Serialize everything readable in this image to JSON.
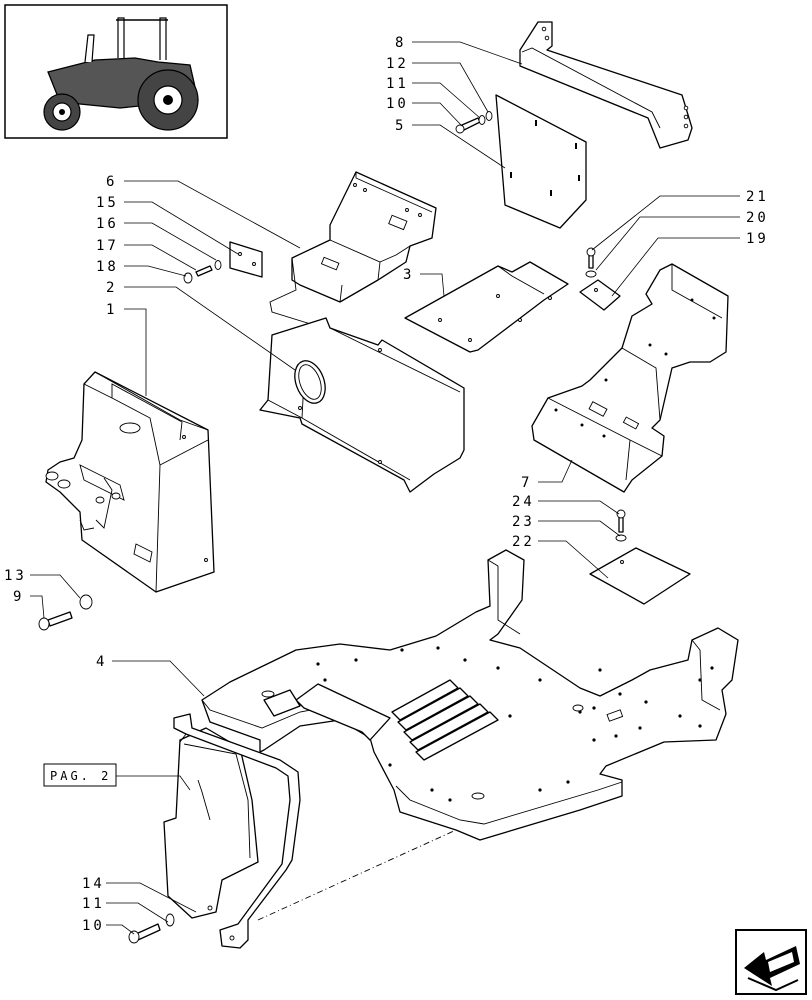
{
  "callouts": {
    "c1": "1",
    "c2": "2",
    "c3": "3",
    "c4": "4",
    "c5": "5",
    "c6": "6",
    "c7": "7",
    "c8": "8",
    "c9": "9",
    "c10a": "10",
    "c10b": "10",
    "c11a": "11",
    "c11b": "11",
    "c12": "12",
    "c13": "13",
    "c14": "14",
    "c15": "15",
    "c16": "16",
    "c17": "17",
    "c18": "18",
    "c19": "19",
    "c20": "20",
    "c21": "21",
    "c22": "22",
    "c23": "23",
    "c24": "24"
  },
  "page_reference": "PAG. 2",
  "icons": {
    "thumbnail": "tractor-icon",
    "navigation": "back-arrow-icon"
  }
}
